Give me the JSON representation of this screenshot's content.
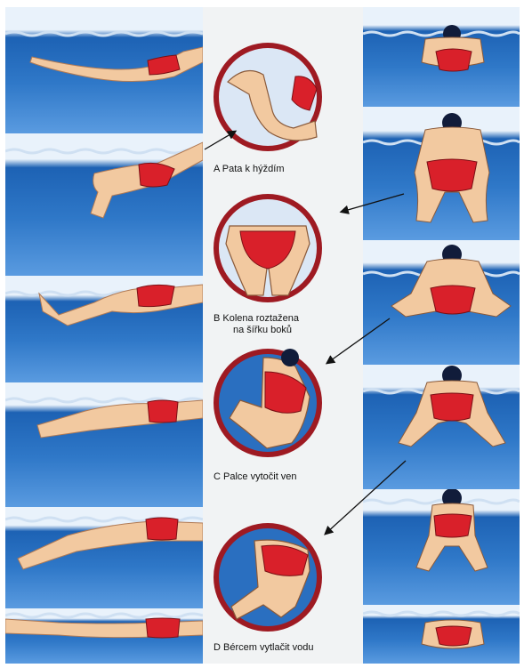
{
  "captions": {
    "a": "A  Pata k hýždím",
    "b_line1": "B  Kolena roztažena",
    "b_line2": "na šířku boků",
    "c": "C  Palce vytočit ven",
    "d": "D  Bércem vytlačit vodu"
  },
  "colors": {
    "water_dark": "#1d62b4",
    "water_light": "#5a9be0",
    "skin": "#f2c9a0",
    "trunks": "#d9202a",
    "circle_ring": "#9e1a22"
  }
}
